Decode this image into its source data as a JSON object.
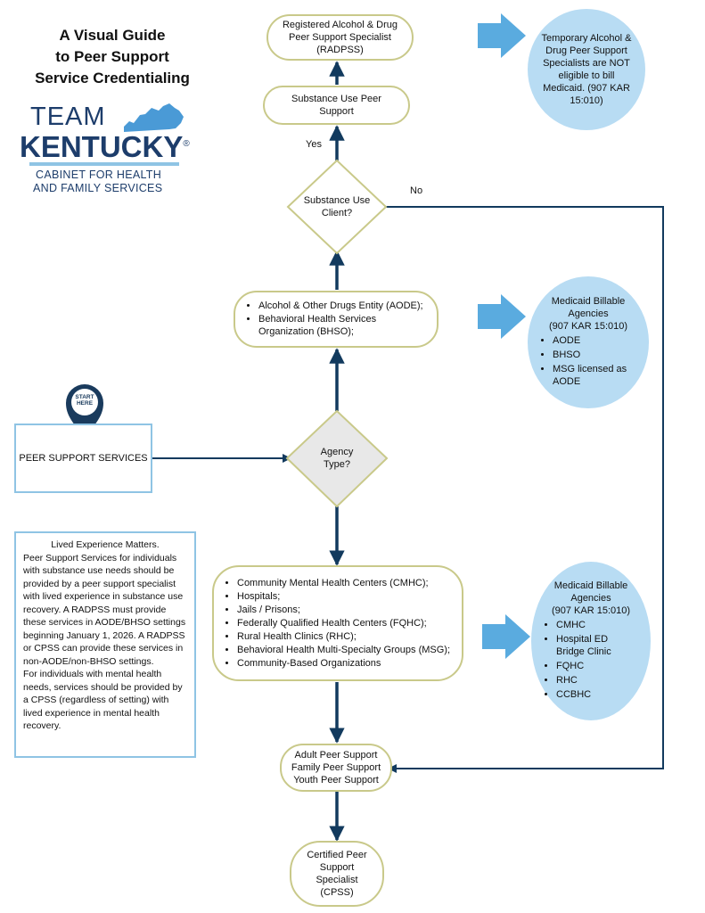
{
  "title": {
    "lines": [
      "A Visual Guide",
      "to Peer Support",
      "Service Credentialing"
    ]
  },
  "logo": {
    "team": "TEAM",
    "kentucky": "KENTUCKY",
    "reg": "®",
    "cabinet_line1": "CABINET FOR HEALTH",
    "cabinet_line2": "AND FAMILY SERVICES"
  },
  "colors": {
    "navy": "#123a5e",
    "pill_border": "#c9c98a",
    "bubble": "#b8dcf3",
    "arrow_block": "#5aabdf",
    "diamond_fill": "#e8e8e8",
    "box_border": "#8fc4e4",
    "logo_navy": "#1d3d6b",
    "logo_blue": "#4a9ad6"
  },
  "nodes": {
    "radpss": "Registered Alcohol & Drug Peer Support Specialist (RADPSS)",
    "sud_support": "Substance Use Peer Support",
    "sud_client_q": "Substance Use Client?",
    "aode_list": [
      "Alcohol & Other Drugs Entity (AODE);",
      "Behavioral Health Services Organization (BHSO);"
    ],
    "agency_q": "Agency Type?",
    "start_marker": "START HERE",
    "start_box": "PEER SUPPORT SERVICES",
    "other_agencies": [
      "Community Mental Health Centers (CMHC);",
      "Hospitals;",
      "Jails / Prisons;",
      "Federally Qualified Health Centers (FQHC);",
      "Rural Health Clinics (RHC);",
      "Behavioral Health Multi-Specialty Groups (MSG);",
      "Community-Based Organizations"
    ],
    "peer_types": [
      "Adult Peer Support",
      "Family Peer Support",
      "Youth Peer Support"
    ],
    "cpss": "Certified Peer Support Specialist (CPSS)"
  },
  "labels": {
    "yes": "Yes",
    "no": "No"
  },
  "bubbles": {
    "temporary": "Temporary Alcohol & Drug Peer Support Specialists are NOT eligible to bill Medicaid. (907 KAR 15:010)",
    "billable_top": {
      "heading": "Medicaid Billable Agencies",
      "reg": "(907 KAR 15:010)",
      "items": [
        "AODE",
        "BHSO",
        "MSG licensed as AODE"
      ]
    },
    "billable_bottom": {
      "heading": "Medicaid Billable Agencies",
      "reg": "(907 KAR 15:010)",
      "items": [
        "CMHC",
        "Hospital ED Bridge Clinic",
        "FQHC",
        "RHC",
        "CCBHC"
      ]
    }
  },
  "lived_experience": {
    "heading": "Lived Experience Matters.",
    "para1": "Peer Support Services for individuals with substance use needs should be provided by a peer support specialist with lived experience in substance use recovery. A RADPSS must provide these services in AODE/BHSO settings beginning January 1, 2026. A RADPSS or CPSS can provide these services in non-AODE/non-BHSO settings.",
    "para2": "For individuals with mental health needs, services should be provided by a CPSS (regardless of setting) with lived experience in mental health recovery."
  }
}
